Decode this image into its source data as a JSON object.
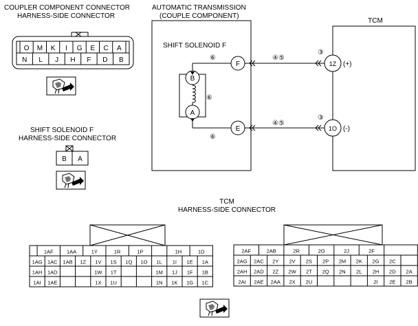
{
  "coupler": {
    "title1": "COUPLER COMPONENT CONNECTOR",
    "title2": "HARNESS-SIDE CONNECTOR",
    "top_row": [
      "O",
      "M",
      "K",
      "I",
      "G",
      "E",
      "C",
      "A"
    ],
    "bottom_row": [
      "N",
      "L",
      "J",
      "H",
      "F",
      "D",
      "B"
    ]
  },
  "shift_conn": {
    "title1": "SHIFT SOLENOID F",
    "title2": "HARNESS-SIDE CONNECTOR",
    "pins": [
      "B",
      "A"
    ]
  },
  "at": {
    "title1": "AUTOMATIC TRANSMISSION",
    "title2": "(COUPLE COMPONENT)",
    "solenoid_label": "SHIFT SOLENOID F",
    "node_f": "F",
    "node_e": "E",
    "node_b": "B",
    "node_a": "A",
    "wire_6": "⑥",
    "wire_45": "④⑤",
    "wire_3": "③"
  },
  "tcm": {
    "label": "TCM",
    "pin_1z": "1Z",
    "pin_1o": "1O",
    "plus": "(+)",
    "minus": "(-)"
  },
  "tcm_conn": {
    "title1": "TCM",
    "title2": "HARNESS-SIDE CONNECTOR",
    "left_rows": [
      [
        "",
        "1AF",
        "1AA",
        "1Y",
        "1R",
        "1P",
        "",
        "1H",
        "1D"
      ],
      [
        "1AG",
        "1AC",
        "1AB",
        "1Z",
        "1V",
        "1S",
        "1Q",
        "1O",
        "1L",
        "1I",
        "1E",
        "1A"
      ],
      [
        "1AH",
        "1AD",
        "",
        "",
        "1W",
        "1T",
        "",
        "",
        "1M",
        "1J",
        "1F",
        "1B"
      ],
      [
        "1AI",
        "1AE",
        "",
        "",
        "1X",
        "1U",
        "",
        "",
        "1N",
        "1K",
        "1G",
        "1C"
      ]
    ],
    "right_rows": [
      [
        "2AF",
        "2AB",
        "2R",
        "2O",
        "2J",
        "2F"
      ],
      [
        "2AG",
        "2AC",
        "2Y",
        "2V",
        "2S",
        "2P",
        "2M",
        "2K",
        "2G",
        "2C"
      ],
      [
        "2AH",
        "2AD",
        "2Z",
        "2W",
        "2T",
        "2Q",
        "2N",
        "2L",
        "2H",
        "2D",
        "2A"
      ],
      [
        "2AI",
        "2AE",
        "2AA",
        "2X",
        "2U",
        "",
        "",
        "",
        "2I",
        "2E",
        "2B"
      ]
    ]
  }
}
